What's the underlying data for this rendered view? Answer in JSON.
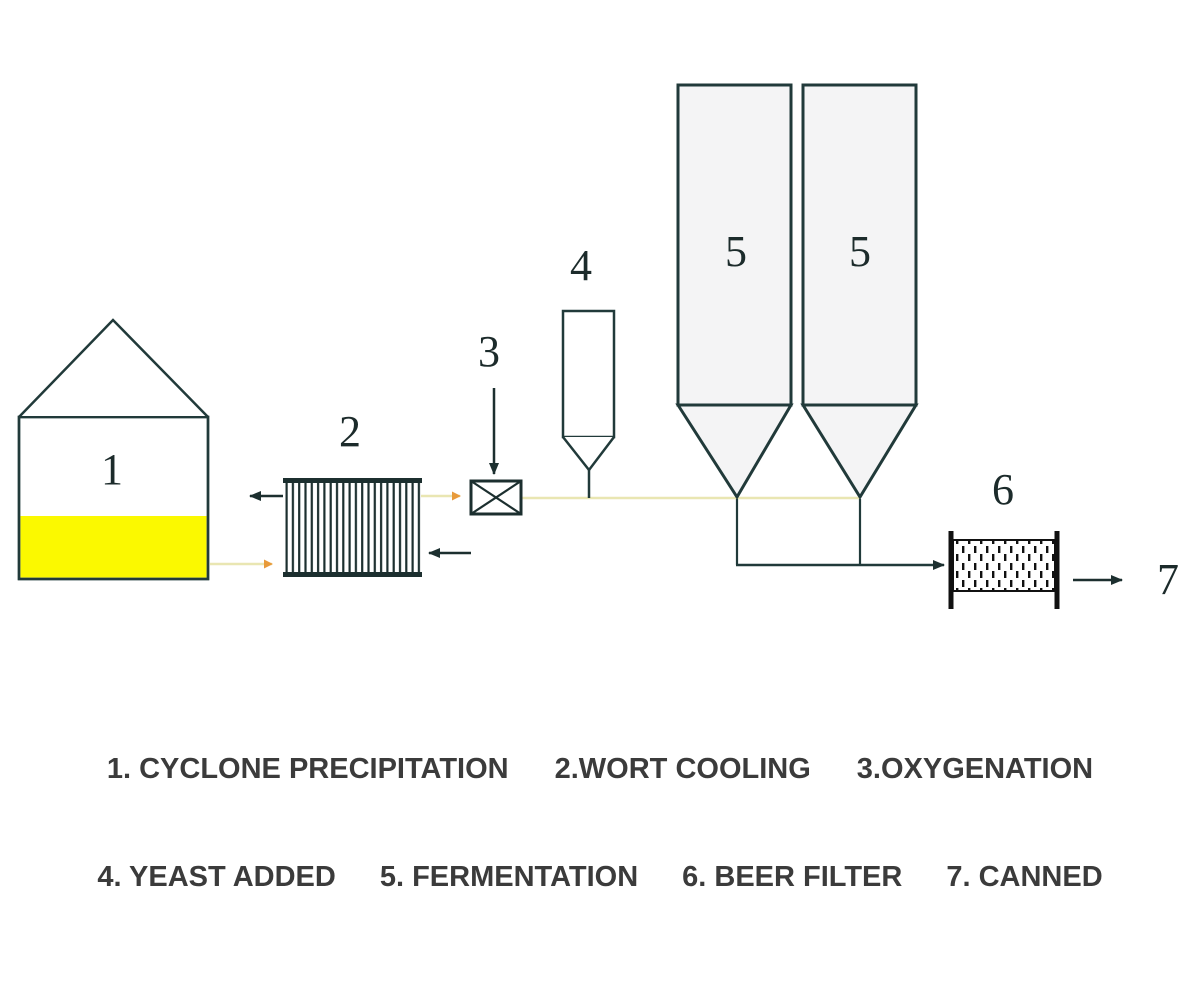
{
  "diagram": {
    "labels": {
      "vessel1": "1",
      "wort_cooler": "2",
      "oxygenation_valve": "3",
      "yeast_vessel": "4",
      "fermenter_left": "5",
      "fermenter_right": "5",
      "beer_filter": "6",
      "canned_output": "7"
    },
    "colors": {
      "line_dark": "#213a3a",
      "wort_yellow": "#fbf900",
      "pipe_yellow": "#e9e6b2",
      "pipe_arrow_orange": "#e89a3a",
      "tank_fill_gray": "#f4f4f5",
      "caption_gray": "#3b3b3b"
    }
  },
  "legend": {
    "row1": [
      "1. CYCLONE PRECIPITATION",
      "2.WORT COOLING",
      "3.OXYGENATION"
    ],
    "row2": [
      "4. YEAST ADDED",
      "5. FERMENTATION",
      "6. BEER FILTER",
      "7. CANNED"
    ]
  }
}
